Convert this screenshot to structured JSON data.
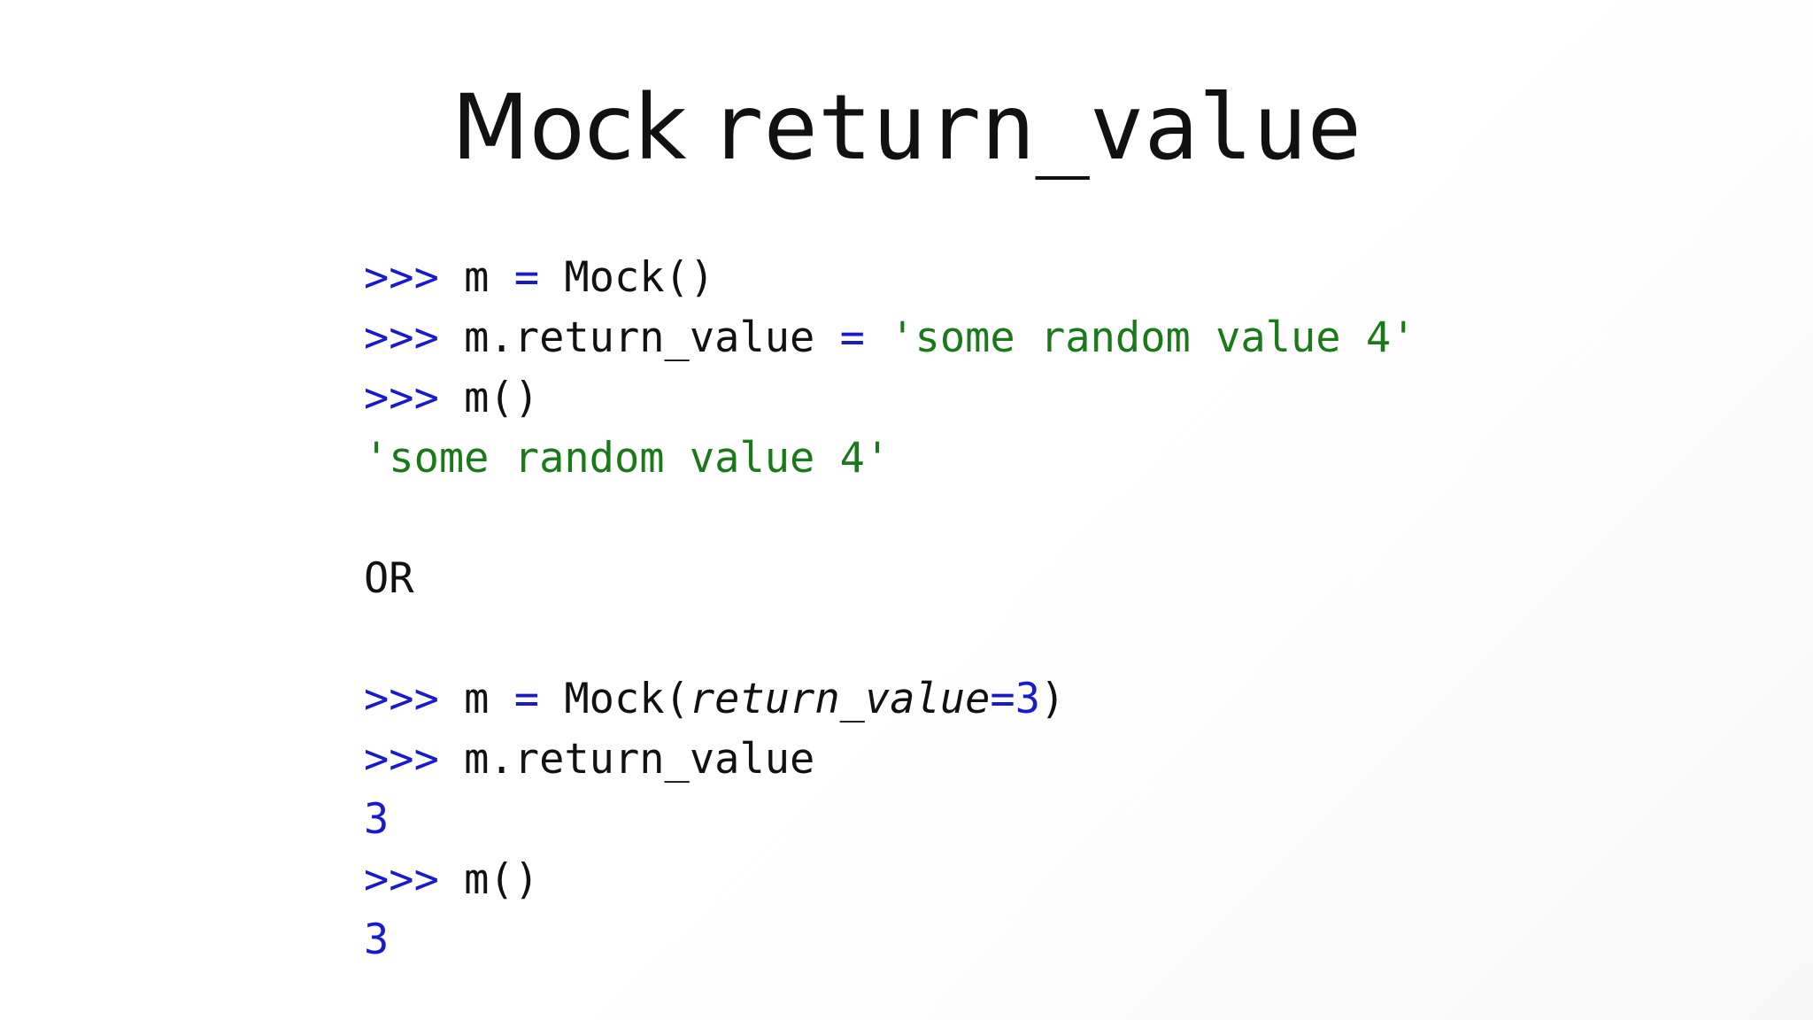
{
  "title": {
    "word1": "Mock",
    "word2": "return_value"
  },
  "block1": {
    "line1": {
      "prompt": ">>>",
      "lhs": " m ",
      "op": "=",
      "rhs": " Mock()"
    },
    "line2": {
      "prompt": ">>>",
      "lhs": " m.return_value ",
      "op": "=",
      "str": " 'some random value 4'"
    },
    "line3": {
      "prompt": ">>>",
      "call": " m()"
    },
    "output": "'some random value 4'"
  },
  "separator": "OR",
  "block2": {
    "line1": {
      "prompt": ">>>",
      "lhs": " m ",
      "op": "=",
      "call_start": " Mock(",
      "kwarg": "return_value",
      "eq": "=",
      "num": "3",
      "close": ")"
    },
    "line2": {
      "prompt": ">>>",
      "expr": " m.return_value"
    },
    "output1": "3",
    "line3": {
      "prompt": ">>>",
      "call": " m()"
    },
    "output2": "3"
  },
  "colors": {
    "prompt": "#1a1acc",
    "string": "#1a7a1a",
    "number": "#1a1acc",
    "text": "#111111"
  }
}
